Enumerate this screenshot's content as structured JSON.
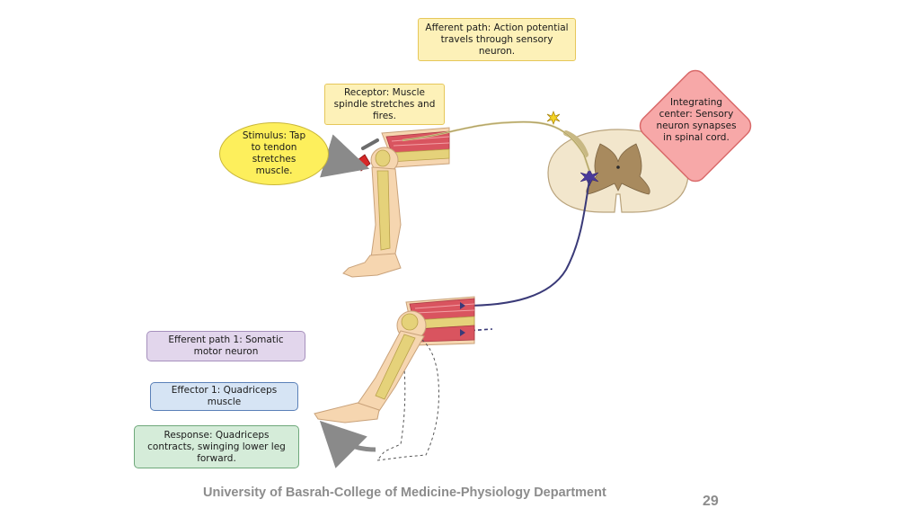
{
  "labels": {
    "afferent_path": "Afferent path: Action potential travels through sensory neuron.",
    "receptor": "Receptor: Muscle spindle stretches and fires.",
    "stimulus": "Stimulus: Tap to tendon stretches muscle.",
    "integrating_center": "Integrating center: Sensory neuron synapses in spinal cord.",
    "efferent_path": "Efferent path 1: Somatic motor neuron",
    "effector": "Effector 1: Quadriceps muscle",
    "response": "Response: Quadriceps contracts, swinging lower leg forward."
  },
  "footer": {
    "text": "University of Basrah-College of Medicine-Physiology Department",
    "page_number": "29"
  },
  "colors": {
    "sensory_neuron": "#d3c68c",
    "motor_neuron": "#3a3a78",
    "muscle": "#d9545f",
    "bone": "#e5d27a",
    "skin": "#f6d6b0",
    "spinal_cord_white": "#f2e6cc",
    "spinal_cord_gray": "#a88a5e",
    "integrating_box": "#f7a8a8"
  }
}
